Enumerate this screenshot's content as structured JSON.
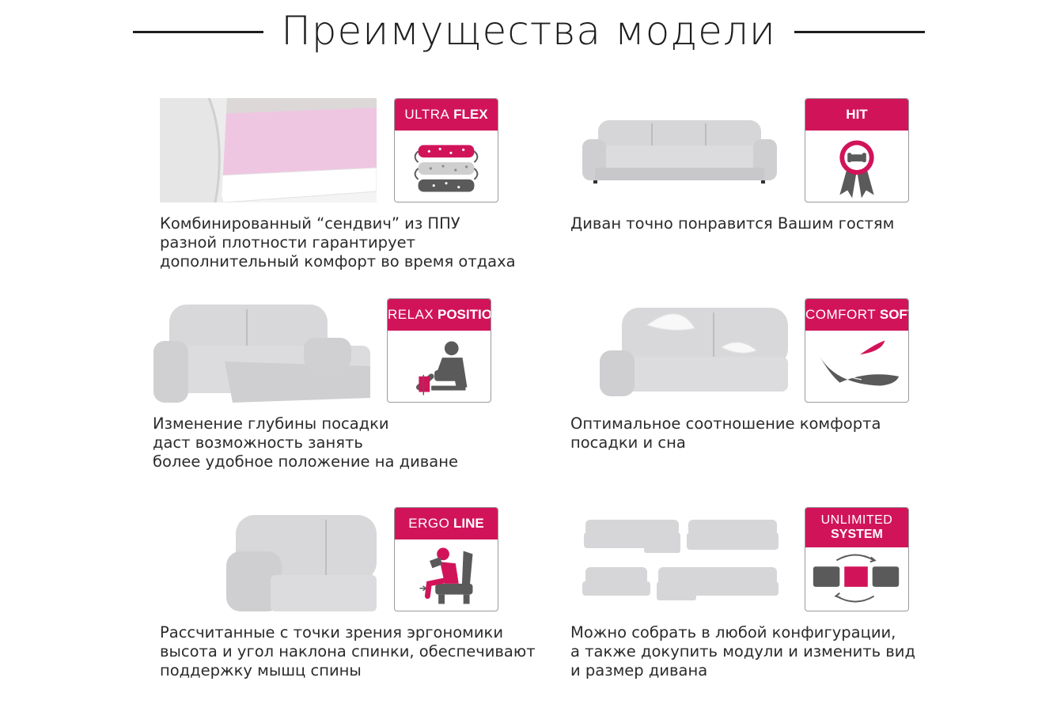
{
  "header": {
    "title": "Преимущества модели"
  },
  "features": [
    {
      "id": "ultra-flex",
      "badge_thin": "ULTRA",
      "badge_bold": "FLEX",
      "description": [
        "Комбинированный “сендвич” из ППУ",
        "разной плотности гарантирует",
        "дополнительный комфорт во время отдаха"
      ]
    },
    {
      "id": "hit",
      "badge_thin": "",
      "badge_bold": "HIT",
      "description": [
        "Диван точно понравится Вашим гостям"
      ]
    },
    {
      "id": "relax-position",
      "badge_thin": "RELAX",
      "badge_bold": "POSITION",
      "description": [
        "Изменение глубины посадки",
        "даст возможность занять",
        "более удобное положение на диване"
      ]
    },
    {
      "id": "comfort-soft",
      "badge_thin": "COMFORT",
      "badge_bold": "SOFT",
      "description": [
        "Оптимальное соотношение комфорта",
        "посадки и сна"
      ]
    },
    {
      "id": "ergo-line",
      "badge_thin": "ERGO",
      "badge_bold": "LINE",
      "description": [
        "Рассчитанные с точки зрения эргономики",
        "высота и угол наклона спинки, обеспечивают",
        "поддержку мышц спины"
      ]
    },
    {
      "id": "unlimited-system",
      "badge_thin": "UNLIMITED",
      "badge_bold": "SYSTEM",
      "description": [
        "Можно собрать в любой конфигурации,",
        "а также докупить модули и изменить вид",
        "и размер дивана"
      ]
    }
  ],
  "colors": {
    "accent": "#d1145a",
    "sofa": "#d4d4d6",
    "icon_gray": "#5a5a5a",
    "title": "#1e1e1e"
  },
  "icons": [
    "foam-layers-icon",
    "award-rosette-icon",
    "recliner-person-icon",
    "feather-icon",
    "ergonomic-chair-icon",
    "modular-sofa-icon"
  ]
}
